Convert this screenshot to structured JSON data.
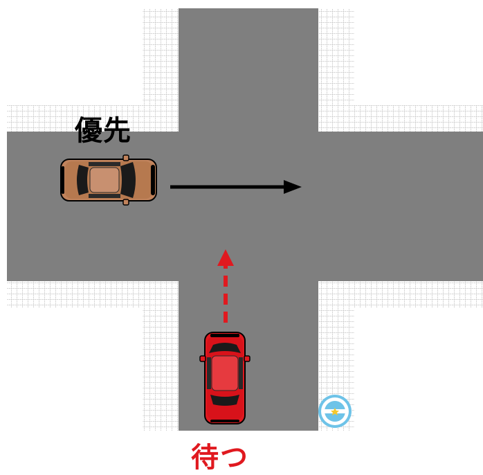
{
  "labels": {
    "priority": "優先",
    "wait": "待つ"
  },
  "colors": {
    "road": "#7f7f7f",
    "sidewalk_line": "#c8c8c8",
    "priority_car": "#c1835c",
    "waiting_car": "#e0191f",
    "priority_arrow": "#000000",
    "wait_arrow": "#e0191f",
    "wait_label": "#e0191f",
    "logo": "#6ec3e8"
  },
  "icons": {
    "logo": "steering-wheel-star-logo"
  }
}
